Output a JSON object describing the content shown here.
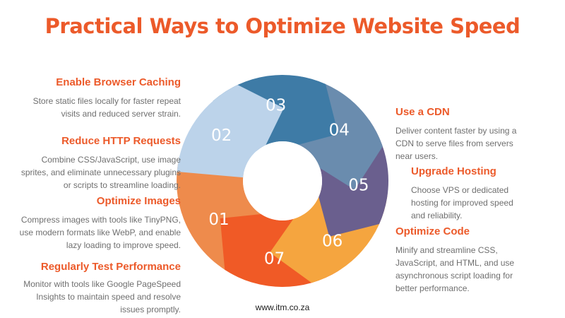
{
  "title": "Practical Ways to Optimize Website Speed",
  "footer": "www.itm.co.za",
  "colors": {
    "accent": "#ec5a2a",
    "seg01": "#ee8b4c",
    "seg02": "#bcd3ea",
    "seg03": "#3e7ba6",
    "seg04": "#6a8cae",
    "seg05": "#6a5f8e",
    "seg06": "#f5a53f",
    "seg07": "#f05a26"
  },
  "steps": [
    {
      "number": "01",
      "heading": "Reduce HTTP Requests",
      "description": "Combine CSS/JavaScript, use image sprites, and eliminate unnecessary plugins or scripts to streamline loading."
    },
    {
      "number": "02",
      "heading": "Enable Browser Caching",
      "description": "Store static files locally for faster repeat visits and reduced server strain."
    },
    {
      "number": "03",
      "heading": "Use a CDN",
      "description": "Deliver content faster by using a CDN to serve files from servers near users."
    },
    {
      "number": "04",
      "heading": "Upgrade Hosting",
      "description": "Choose VPS or dedicated hosting for improved speed and reliability."
    },
    {
      "number": "05",
      "heading": "Optimize Code",
      "description": "Minify and streamline CSS, JavaScript, and HTML, and use asynchronous script loading for better performance."
    },
    {
      "number": "06",
      "heading": "Optimize Images",
      "description": "Compress images with tools like TinyPNG, use modern formats like WebP, and enable lazy loading to improve speed."
    },
    {
      "number": "07",
      "heading": "Regularly Test Performance",
      "description": "Monitor with tools like Google PageSpeed Insights to maintain speed and resolve issues promptly."
    }
  ]
}
